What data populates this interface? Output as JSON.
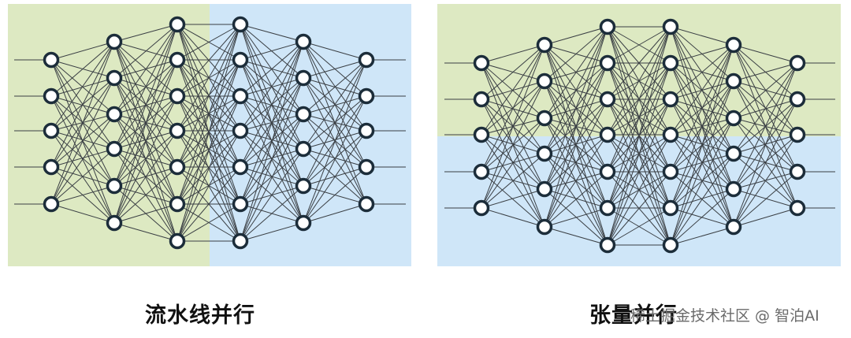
{
  "diagrams": [
    {
      "caption": "流水线并行",
      "layers": [
        5,
        6,
        7,
        7,
        6,
        5
      ],
      "partition": "vertical",
      "region_colors": [
        "#dde9c2",
        "#cfe6f8"
      ]
    },
    {
      "caption": "张量并行",
      "layers": [
        5,
        6,
        7,
        7,
        6,
        5
      ],
      "partition": "horizontal",
      "region_colors": [
        "#dde9c2",
        "#cfe6f8"
      ]
    }
  ],
  "watermark": "稀土掘金技术社区 @ 智泊AI",
  "colors": {
    "node_stroke": "#1c2d3a",
    "edge": "#3a3f44",
    "node_fill": "#ffffff"
  }
}
